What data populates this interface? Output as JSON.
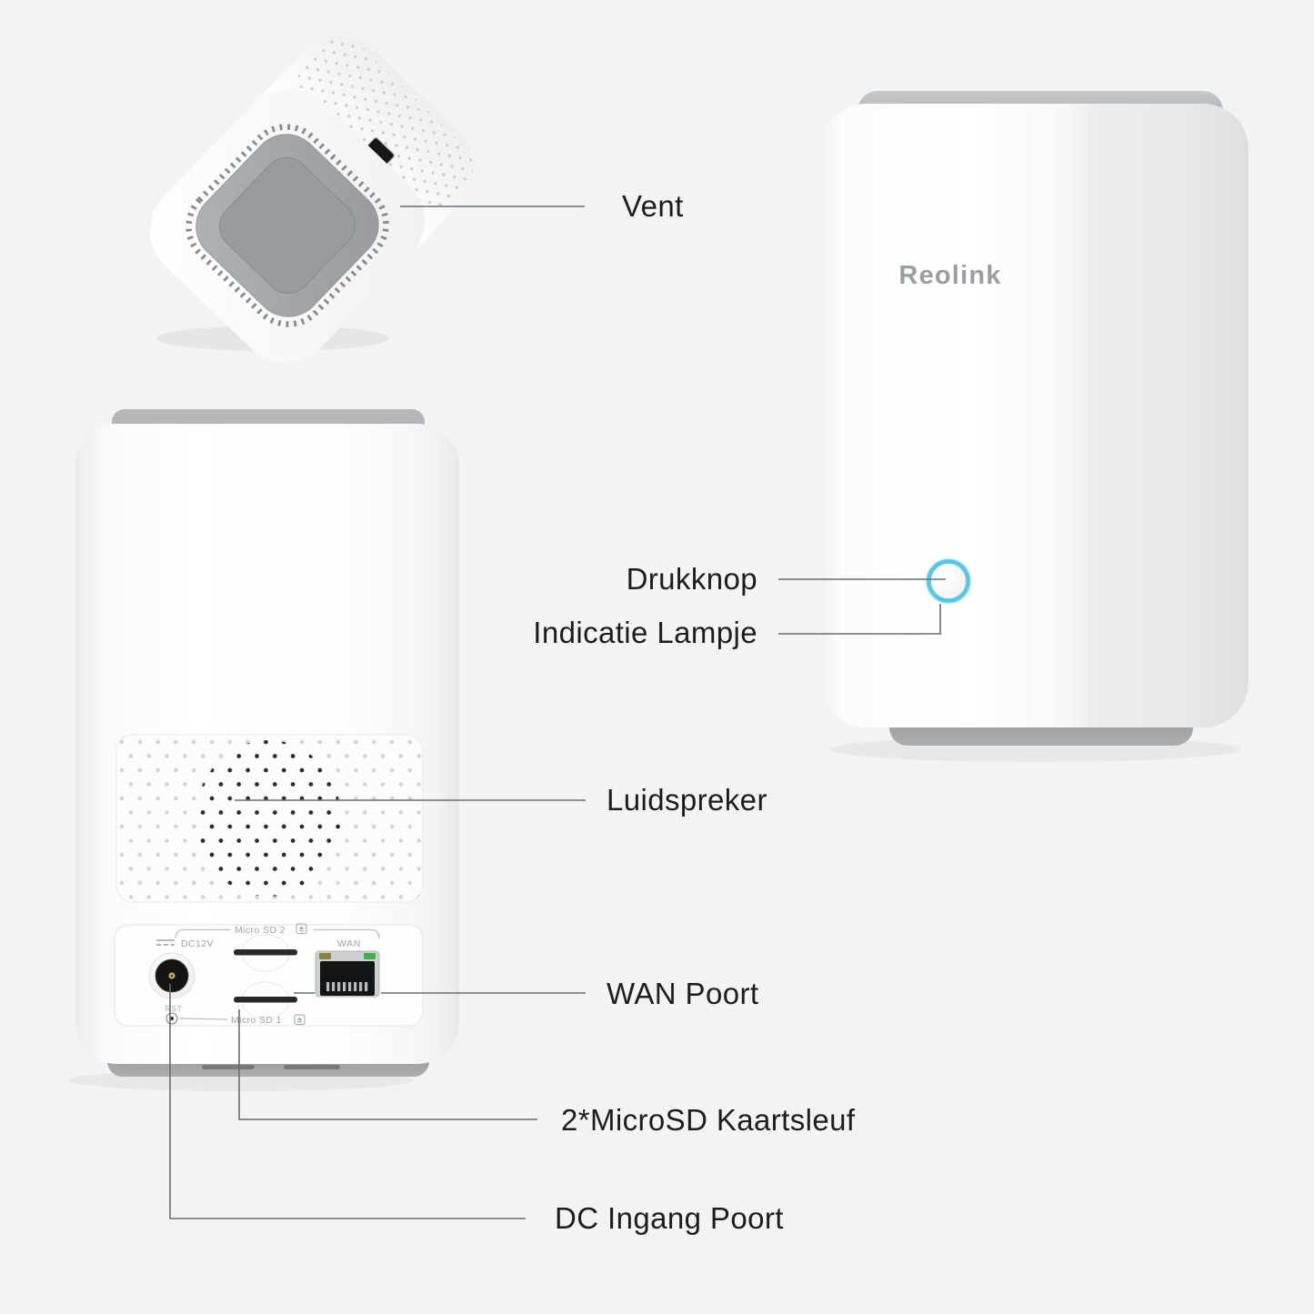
{
  "brand": {
    "logo": "Reolink"
  },
  "callouts": {
    "vent": "Vent",
    "drukknop": "Drukknop",
    "indicatie_lampje": "Indicatie Lampje",
    "luidspreker": "Luidspreker",
    "wan_poort": "WAN Poort",
    "microsd": "2*MicroSD Kaartsleuf",
    "dc_ingang": "DC Ingang Poort"
  },
  "port_panel_labels": {
    "micro_sd_2": "Micro SD 2",
    "micro_sd_1": "Micro SD 1",
    "dc_power": "DC12V",
    "wan": "WAN",
    "reset": "RST"
  },
  "colors": {
    "background": "#f2f3f5",
    "accent_ring": "#54c6e9",
    "label_text": "#1c1d1f",
    "callout_line": "#6b6e71",
    "device_gray": "#a0a3a6",
    "led_green": "#3eb14e",
    "led_amber": "#8a8340",
    "logo_gray": "#9b9ea1"
  }
}
